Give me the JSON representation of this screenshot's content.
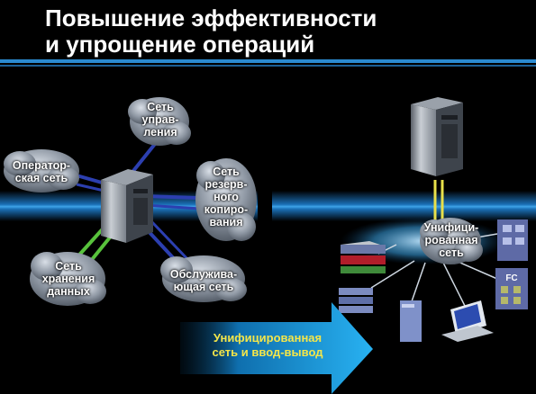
{
  "title": {
    "line1": "Повышение эффективности",
    "line2": "и упрощение операций"
  },
  "left_diagram": {
    "clouds": {
      "management": "Сеть\nуправ-\nления",
      "operator": "Оператор-\nская сеть",
      "backup": "Сеть\nрезерв-\nного\nкопиро-\nвания",
      "storage": "Сеть\nхранения\nданных",
      "service": "Обслужива-\nющая сеть"
    }
  },
  "right_diagram": {
    "unified_cloud": "Унифици-\nрованная\nсеть",
    "fc_label": "FC"
  },
  "arrow": {
    "label": "Унифицированная\nсеть и ввод-вывод"
  },
  "colors": {
    "accent": "#2b8bd1",
    "arrow": "#1aa0e8",
    "arrow_text": "#f4e64a",
    "link_blue": "#2c3fb0",
    "link_green": "#58c23c",
    "link_yellow": "#e8e04a"
  }
}
